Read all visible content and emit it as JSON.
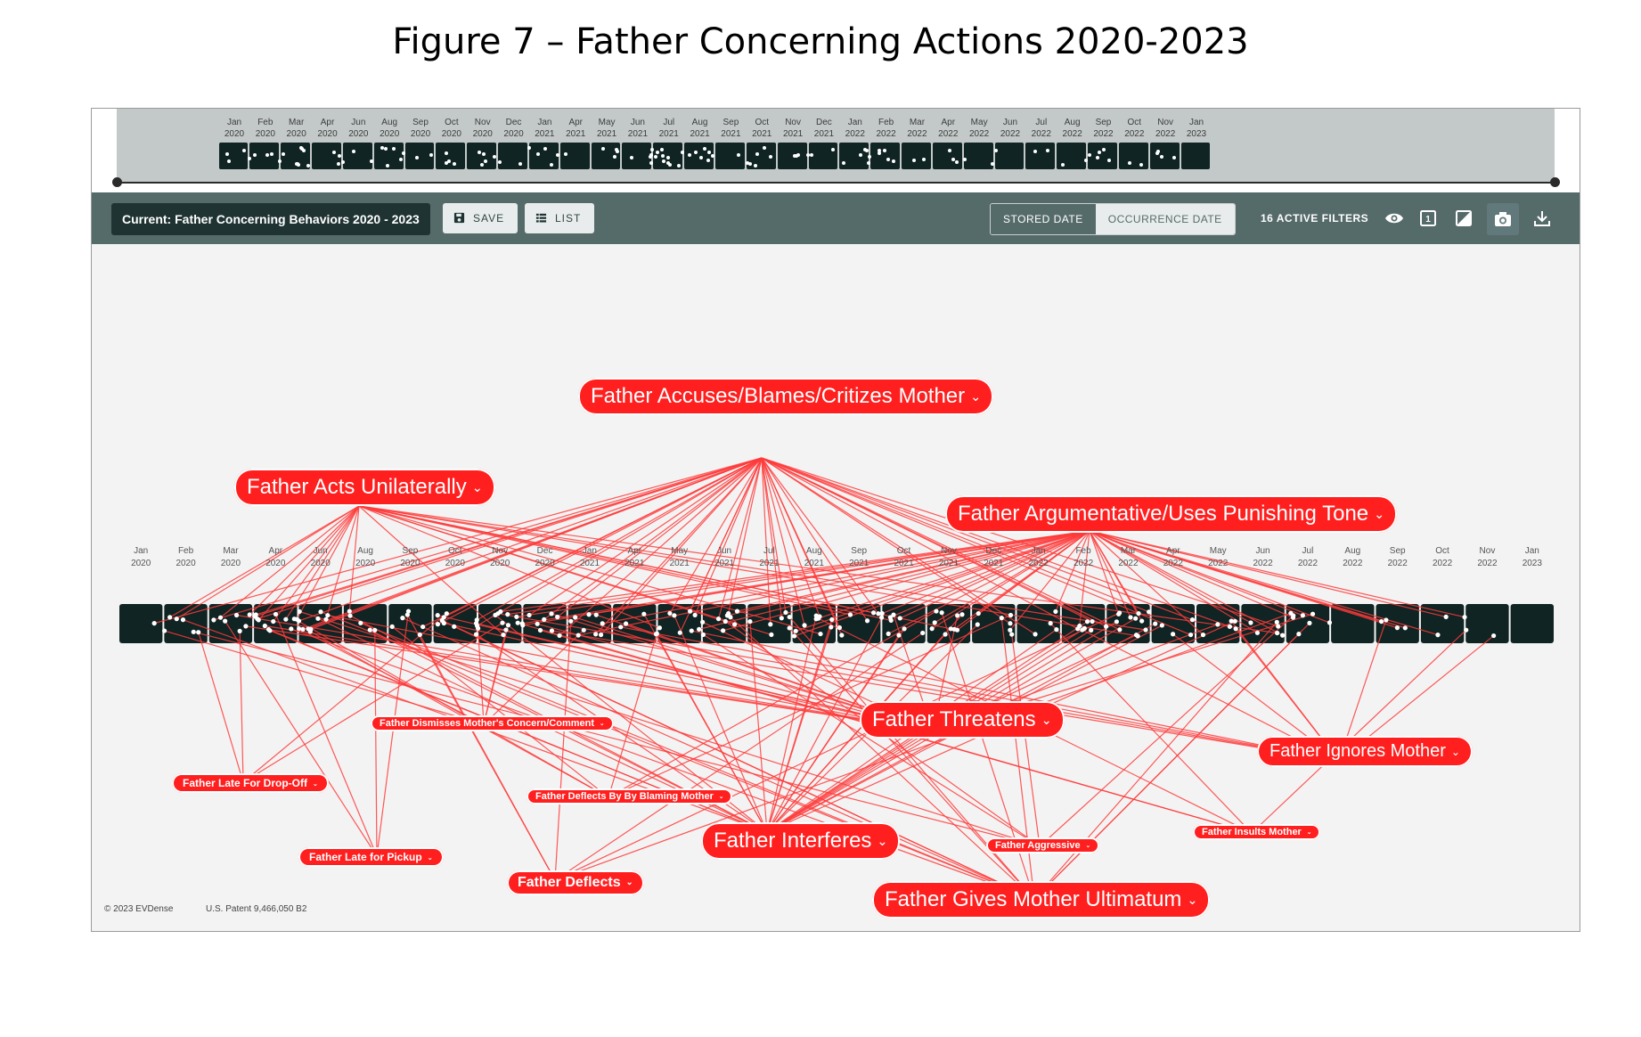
{
  "figure_title": "Figure 7 – Father Concerning Actions 2020-2023",
  "overview_months": [
    {
      "m": "Jan",
      "y": "2020"
    },
    {
      "m": "Feb",
      "y": "2020"
    },
    {
      "m": "Mar",
      "y": "2020"
    },
    {
      "m": "Apr",
      "y": "2020"
    },
    {
      "m": "Jun",
      "y": "2020"
    },
    {
      "m": "Aug",
      "y": "2020"
    },
    {
      "m": "Sep",
      "y": "2020"
    },
    {
      "m": "Oct",
      "y": "2020"
    },
    {
      "m": "Nov",
      "y": "2020"
    },
    {
      "m": "Dec",
      "y": "2020"
    },
    {
      "m": "Jan",
      "y": "2021"
    },
    {
      "m": "Apr",
      "y": "2021"
    },
    {
      "m": "May",
      "y": "2021"
    },
    {
      "m": "Jun",
      "y": "2021"
    },
    {
      "m": "Jul",
      "y": "2021"
    },
    {
      "m": "Aug",
      "y": "2021"
    },
    {
      "m": "Sep",
      "y": "2021"
    },
    {
      "m": "Oct",
      "y": "2021"
    },
    {
      "m": "Nov",
      "y": "2021"
    },
    {
      "m": "Dec",
      "y": "2021"
    },
    {
      "m": "Jan",
      "y": "2022"
    },
    {
      "m": "Feb",
      "y": "2022"
    },
    {
      "m": "Mar",
      "y": "2022"
    },
    {
      "m": "Apr",
      "y": "2022"
    },
    {
      "m": "May",
      "y": "2022"
    },
    {
      "m": "Jun",
      "y": "2022"
    },
    {
      "m": "Jul",
      "y": "2022"
    },
    {
      "m": "Aug",
      "y": "2022"
    },
    {
      "m": "Sep",
      "y": "2022"
    },
    {
      "m": "Oct",
      "y": "2022"
    },
    {
      "m": "Nov",
      "y": "2022"
    },
    {
      "m": "Jan",
      "y": "2023"
    }
  ],
  "toolbar": {
    "current_view": "Current: Father Concerning Behaviors 2020 - 2023",
    "save_label": "SAVE",
    "list_label": "LIST",
    "stored_date_label": "STORED DATE",
    "occurrence_date_label": "OCCURRENCE DATE",
    "active_filters_label": "16 ACTIVE FILTERS"
  },
  "timeline_months": [
    {
      "m": "Jan",
      "y": "2020"
    },
    {
      "m": "Feb",
      "y": "2020"
    },
    {
      "m": "Mar",
      "y": "2020"
    },
    {
      "m": "Apr",
      "y": "2020"
    },
    {
      "m": "Jun",
      "y": "2020"
    },
    {
      "m": "Aug",
      "y": "2020"
    },
    {
      "m": "Sep",
      "y": "2020"
    },
    {
      "m": "Oct",
      "y": "2020"
    },
    {
      "m": "Nov",
      "y": "2020"
    },
    {
      "m": "Dec",
      "y": "2020"
    },
    {
      "m": "Jan",
      "y": "2021"
    },
    {
      "m": "Apr",
      "y": "2021"
    },
    {
      "m": "May",
      "y": "2021"
    },
    {
      "m": "Jun",
      "y": "2021"
    },
    {
      "m": "Jul",
      "y": "2021"
    },
    {
      "m": "Aug",
      "y": "2021"
    },
    {
      "m": "Sep",
      "y": "2021"
    },
    {
      "m": "Oct",
      "y": "2021"
    },
    {
      "m": "Nov",
      "y": "2021"
    },
    {
      "m": "Dec",
      "y": "2021"
    },
    {
      "m": "Jan",
      "y": "2022"
    },
    {
      "m": "Feb",
      "y": "2022"
    },
    {
      "m": "Mar",
      "y": "2022"
    },
    {
      "m": "Apr",
      "y": "2022"
    },
    {
      "m": "May",
      "y": "2022"
    },
    {
      "m": "Jun",
      "y": "2022"
    },
    {
      "m": "Jul",
      "y": "2022"
    },
    {
      "m": "Aug",
      "y": "2022"
    },
    {
      "m": "Sep",
      "y": "2022"
    },
    {
      "m": "Oct",
      "y": "2022"
    },
    {
      "m": "Nov",
      "y": "2022"
    },
    {
      "m": "Jan",
      "y": "2023"
    }
  ],
  "nodes": {
    "accuses": "Father Accuses/Blames/Critizes Mother",
    "unilateral": "Father Acts Unilaterally",
    "argumentative": "Father Argumentative/Uses Punishing Tone",
    "dismisses": "Father Dismisses Mother's Concern/Comment",
    "threatens": "Father Threatens",
    "ignores": "Father Ignores Mother",
    "late_dropoff": "Father Late For Drop-Off",
    "deflects_blaming": "Father Deflects By By Blaming Mother",
    "late_pickup": "Father Late for Pickup",
    "deflects": "Father Deflects",
    "interferes": "Father Interferes",
    "aggressive": "Father Aggressive",
    "insults": "Father Insults Mother",
    "ultimatum": "Father Gives Mother Ultimatum"
  },
  "colors": {
    "node_red": "#ff1f1f",
    "edge_red": "#ff3b3b",
    "toolbar": "#556b6a",
    "strip": "#0f2423"
  },
  "footer": {
    "copyright": "© 2023 EVDense",
    "patent": "U.S. Patent 9,466,050 B2"
  }
}
